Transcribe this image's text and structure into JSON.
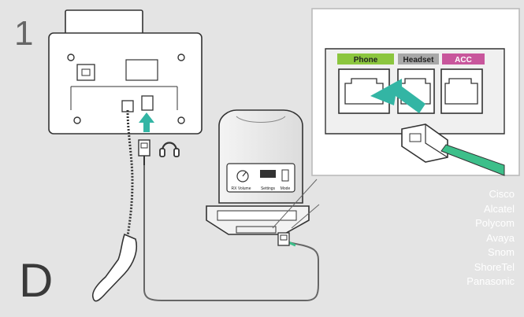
{
  "step_number": "1",
  "section_letter": "D",
  "compatible_brands": [
    "Cisco",
    "Alcatel",
    "Polycom",
    "Avaya",
    "Snom",
    "ShoreTel",
    "Panasonic"
  ],
  "port_labels": {
    "phone": "Phone",
    "headset": "Headset",
    "acc": "ACC"
  },
  "base_labels": {
    "rx_volume": "RX Volume",
    "settings": "Settings",
    "mode": "Mode"
  },
  "colors": {
    "phone_port": "#8cc63f",
    "headset_port": "#a8a8a8",
    "acc_port": "#c8569c",
    "plug_arrow": "#33b5a4",
    "cable_accent": "#3dbf8a",
    "background": "#e4e4e4"
  },
  "icons": [
    "headset-icon",
    "phone-handset",
    "desk-phone",
    "headset-base-station",
    "rj-connector"
  ]
}
